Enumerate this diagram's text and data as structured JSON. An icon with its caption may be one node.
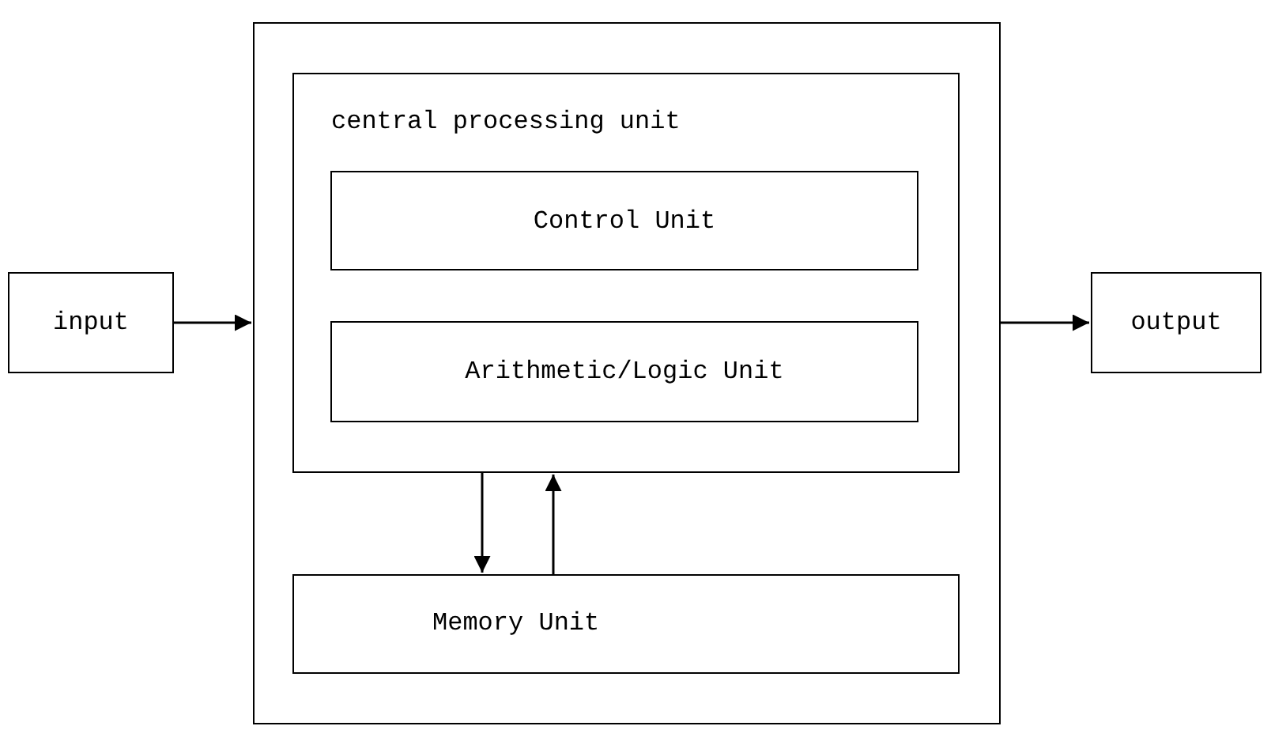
{
  "diagram": {
    "nodes": [
      {
        "text": [],
        "shape": "box"
      },
      {
        "text": [
          "central processing unit"
        ],
        "in": 0
      },
      {
        "text": [
          "Control Unit"
        ],
        "in": 1
      },
      {
        "text": [
          "Arithmetic/Logic Unit"
        ],
        "in": 1
      },
      {
        "text": [
          "Memory Unit"
        ],
        "in": 0
      },
      {
        "text": [
          "input"
        ]
      },
      {
        "text": [
          "output"
        ]
      }
    ],
    "edges": [
      {
        "from": 5,
        "to": 0,
        "arrow": "to"
      },
      {
        "from": 0,
        "to": 6,
        "arrow": "to"
      },
      {
        "from": 1,
        "to": 4,
        "arrow": "to"
      },
      {
        "from": 4,
        "to": 1,
        "arrow": "to"
      }
    ]
  }
}
